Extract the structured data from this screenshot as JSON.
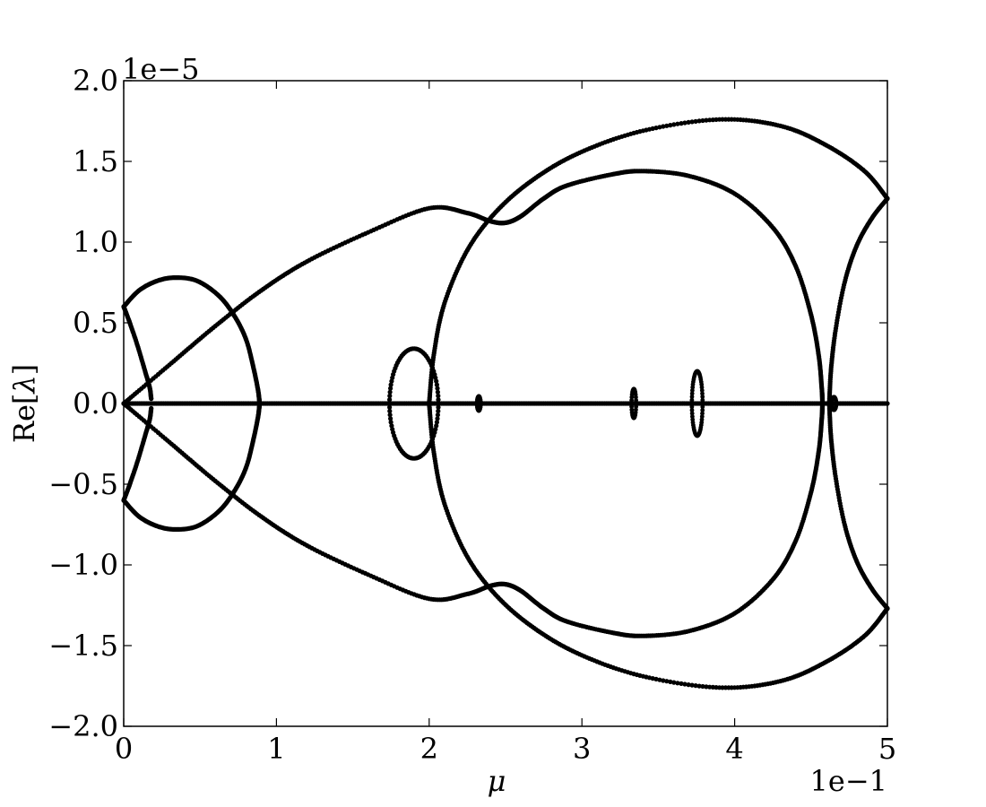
{
  "chart_data": {
    "type": "scatter",
    "title": "",
    "xlabel": "μ",
    "ylabel": "Re[λ]",
    "xlabel_parts": {
      "prefix": "",
      "symbol": "μ",
      "suffix": ""
    },
    "ylabel_parts": {
      "prefix": "Re[",
      "symbol": "λ",
      "suffix": "]"
    },
    "xlim": [
      0,
      0.5
    ],
    "ylim": [
      -2e-05,
      2e-05
    ],
    "x_offset_text": "1e−1",
    "y_offset_text": "1e−5",
    "x_tick_values": [
      0,
      0.1,
      0.2,
      0.3,
      0.4,
      0.5
    ],
    "x_tick_labels": [
      "0",
      "1",
      "2",
      "3",
      "4",
      "5"
    ],
    "y_tick_values": [
      -2e-05,
      -1.5e-05,
      -1e-05,
      -5e-06,
      0,
      5e-06,
      1e-05,
      1.5e-05,
      2e-05
    ],
    "y_tick_labels": [
      "−2.0",
      "−1.5",
      "−1.0",
      "−0.5",
      "0.0",
      "0.5",
      "1.0",
      "1.5",
      "2.0"
    ],
    "grid": false,
    "marker_color": "#000000",
    "series": [
      {
        "points": [
          [
            0.0,
            0.0
          ],
          [
            0.5,
            0.0
          ],
          [
            0.0,
            6e-06
          ],
          [
            0.005,
            5e-06
          ],
          [
            0.01,
            3.8e-06
          ],
          [
            0.015,
            2e-06
          ],
          [
            0.017,
            1e-06
          ],
          [
            0.01,
            6.5e-06
          ],
          [
            0.02,
            7.3e-06
          ],
          [
            0.033,
            7.8e-06
          ],
          [
            0.045,
            7.6e-06
          ],
          [
            0.06,
            6.7e-06
          ],
          [
            0.07,
            5.5e-06
          ],
          [
            0.08,
            3.8e-06
          ],
          [
            0.085,
            2e-06
          ],
          [
            0.088,
            5e-07
          ],
          [
            0.0,
            0.0
          ],
          [
            0.05,
            4e-06
          ],
          [
            0.1,
            7.8e-06
          ],
          [
            0.15,
            1.05e-05
          ],
          [
            0.2,
            1.21e-05
          ],
          [
            0.23,
            1.15e-05
          ],
          [
            0.245,
            1.12e-05
          ],
          [
            0.255,
            1.15e-05
          ],
          [
            0.27,
            1.28e-05
          ],
          [
            0.3,
            1.42e-05
          ],
          [
            0.33,
            1.44e-05
          ],
          [
            0.37,
            1.4e-05
          ],
          [
            0.42,
            1.1e-05
          ],
          [
            0.45,
            6e-06
          ],
          [
            0.46,
            1e-06
          ],
          [
            0.2,
            2e-06
          ],
          [
            0.22,
            7e-06
          ],
          [
            0.27,
            1.3e-05
          ],
          [
            0.32,
            1.62e-05
          ],
          [
            0.39,
            1.76e-05
          ],
          [
            0.45,
            1.65e-05
          ],
          [
            0.5,
            1.27e-05
          ],
          [
            0.463,
            2e-06
          ],
          [
            0.47,
            8e-06
          ],
          [
            0.485,
            1.1e-05
          ],
          [
            0.5,
            1.27e-05
          ],
          [
            0.175,
            1e-06
          ],
          [
            0.18,
            2.5e-06
          ],
          [
            0.19,
            3.4e-06
          ],
          [
            0.2,
            2.5e-06
          ],
          [
            0.205,
            5e-07
          ]
        ]
      }
    ]
  }
}
